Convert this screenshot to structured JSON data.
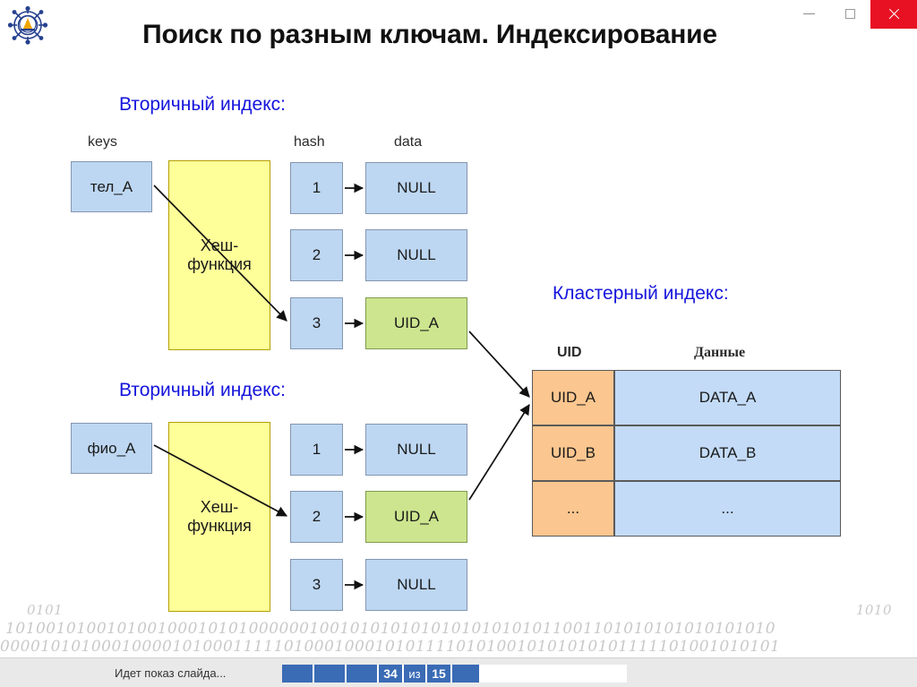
{
  "window": {
    "title": "Поиск по разным ключам. Индексирование",
    "logo_name": "maritime-ship-wheel-logo",
    "controls": {
      "minimize": "—",
      "maximize": "□",
      "close": "✕",
      "close_color": "#e81123"
    }
  },
  "slide": {
    "title": "Поиск по разным ключам. Индексирование",
    "heading_color": "#1414dc",
    "sections": {
      "secondary_index_1": {
        "heading": "Вторичный индекс:",
        "captions": {
          "keys": "keys",
          "hash": "hash",
          "data": "data"
        },
        "key_box": "тел_А",
        "hash_function_line1": "Хеш-",
        "hash_function_line2": "функция",
        "rows": [
          {
            "hash": "1",
            "data": "NULL",
            "highlight": false
          },
          {
            "hash": "2",
            "data": "NULL",
            "highlight": false
          },
          {
            "hash": "3",
            "data": "UID_A",
            "highlight": true
          }
        ]
      },
      "secondary_index_2": {
        "heading": "Вторичный индекс:",
        "key_box": "фио_А",
        "hash_function_line1": "Хеш-",
        "hash_function_line2": "функция",
        "rows": [
          {
            "hash": "1",
            "data": "NULL",
            "highlight": false
          },
          {
            "hash": "2",
            "data": "UID_A",
            "highlight": true
          },
          {
            "hash": "3",
            "data": "NULL",
            "highlight": false
          }
        ]
      },
      "cluster_index": {
        "heading": "Кластерный индекс:",
        "columns": {
          "uid": "UID",
          "data": "Данные"
        },
        "rows": [
          {
            "uid": "UID_A",
            "data": "DATA_A"
          },
          {
            "uid": "UID_B",
            "data": "DATA_B"
          },
          {
            "uid": "...",
            "data": "..."
          }
        ]
      }
    },
    "colors": {
      "box_blue": "#bdd7f2",
      "box_yellow": "#ffff99",
      "box_green": "#cce58e",
      "box_orange": "#fbc68f",
      "box_light_blue": "#c3dbf7",
      "heading_blue": "#1414dc"
    },
    "background_binary": {
      "line_left_short": "0101",
      "line_right_short": "1010",
      "line_mid": "1010010100101001000101010000001001010101010101010101011001101010101010101010",
      "line_bottom": "00001010100010000101000111110100010001010111101010010101010101111101001010101"
    }
  },
  "statusbar": {
    "message": "Идет показ слайда...",
    "current_slide": "34",
    "of_label": "из",
    "total_slides": "15",
    "accent_color": "#3a6bb5"
  }
}
